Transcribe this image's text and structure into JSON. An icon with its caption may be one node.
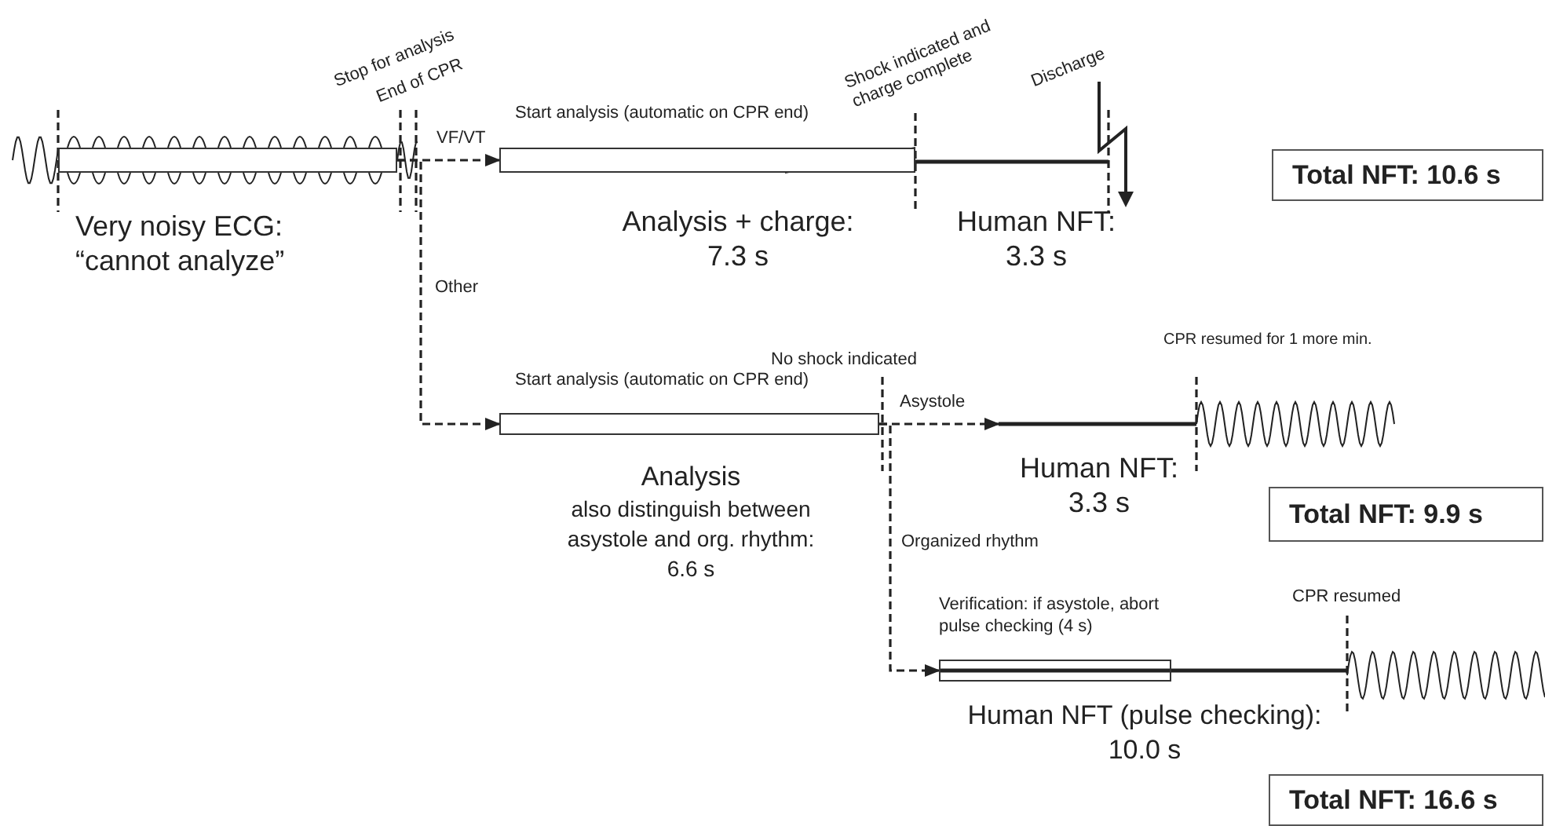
{
  "diagram": {
    "nodes": [
      {
        "text": [],
        "shape": "bar",
        "beside": [
          "Very noisy ECG: “cannot analyze”"
        ]
      },
      {
        "text": [
          "Start analysis (automatic on CPR end)"
        ],
        "beside": [
          "Analysis + charge: 7.3 s"
        ]
      },
      {
        "text": [
          "Start analysis (automatic on CPR end)"
        ],
        "beside": [
          "Analysis",
          "also distinguish between asystole and org. rhythm: 6.6 s"
        ]
      },
      {
        "text": [
          "Verification: if asystole, abort pulse checking (4 s)"
        ]
      },
      {
        "text": [
          "Total NFT: 10.6 s"
        ]
      },
      {
        "text": [
          "Total NFT: 9.9 s"
        ]
      },
      {
        "text": [
          "Total NFT: 16.6 s"
        ]
      }
    ],
    "edges": [
      {
        "from": 0,
        "to": 1,
        "arrow": "to",
        "label": "VF/VT",
        "style": "dashed"
      },
      {
        "from": 0,
        "to": 2,
        "arrow": "to",
        "label": "Other",
        "style": "dashed"
      },
      {
        "from": 2,
        "to": 3,
        "arrow": "to",
        "label": "Organized rhythm",
        "style": "dashed"
      },
      {
        "from": 2,
        "to": null,
        "arrow": "to",
        "label": "Asystole",
        "style": "dashed"
      }
    ],
    "labels": [
      "Stop for analysis",
      "End of CPR",
      "Shock indicated and charge complete",
      "Discharge",
      "Human NFT: 3.3 s",
      "No shock indicated",
      "CPR resumed for 1 more min.",
      "Human NFT: 3.3 s",
      "CPR resumed",
      "Human NFT (pulse checking): 10.0 s"
    ]
  }
}
